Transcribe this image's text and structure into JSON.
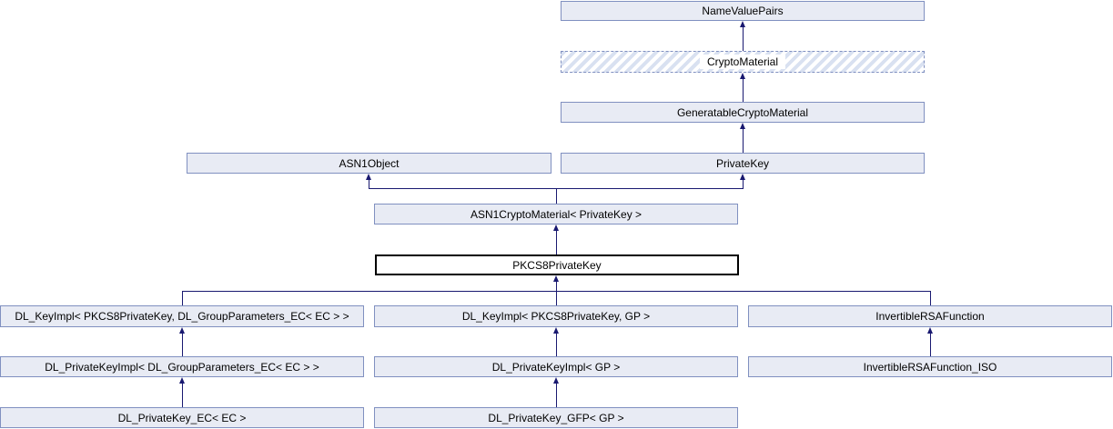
{
  "diagram": {
    "kind": "class-inheritance-graph",
    "current_class": "PKCS8PrivateKey",
    "nodes": {
      "name_value_pairs": {
        "label": "NameValuePairs"
      },
      "crypto_material": {
        "label": "CryptoMaterial",
        "style": "dashed-hatched"
      },
      "generatable_crypto_material": {
        "label": "GeneratableCryptoMaterial"
      },
      "asn1_object": {
        "label": "ASN1Object"
      },
      "private_key": {
        "label": "PrivateKey"
      },
      "asn1_crypto_material": {
        "label": "ASN1CryptoMaterial< PrivateKey >"
      },
      "pkcs8_private_key": {
        "label": "PKCS8PrivateKey",
        "style": "current-node"
      },
      "dl_keyimpl_ec": {
        "label": "DL_KeyImpl< PKCS8PrivateKey, DL_GroupParameters_EC< EC > >"
      },
      "dl_keyimpl_gp": {
        "label": "DL_KeyImpl< PKCS8PrivateKey, GP >"
      },
      "invertible_rsa_function": {
        "label": "InvertibleRSAFunction"
      },
      "dl_privatekeyimpl_ec": {
        "label": "DL_PrivateKeyImpl< DL_GroupParameters_EC< EC > >"
      },
      "dl_privatekeyimpl_gp": {
        "label": "DL_PrivateKeyImpl< GP >"
      },
      "invertible_rsa_function_iso": {
        "label": "InvertibleRSAFunction_ISO"
      },
      "dl_privatekey_ec": {
        "label": "DL_PrivateKey_EC< EC >"
      },
      "dl_privatekey_gfp": {
        "label": "DL_PrivateKey_GFP< GP >"
      }
    },
    "edges": [
      {
        "from": "CryptoMaterial",
        "to": "NameValuePairs"
      },
      {
        "from": "GeneratableCryptoMaterial",
        "to": "CryptoMaterial"
      },
      {
        "from": "PrivateKey",
        "to": "GeneratableCryptoMaterial"
      },
      {
        "from": "ASN1CryptoMaterial< PrivateKey >",
        "to": "ASN1Object"
      },
      {
        "from": "ASN1CryptoMaterial< PrivateKey >",
        "to": "PrivateKey"
      },
      {
        "from": "PKCS8PrivateKey",
        "to": "ASN1CryptoMaterial< PrivateKey >"
      },
      {
        "from": "DL_KeyImpl< PKCS8PrivateKey, DL_GroupParameters_EC< EC > >",
        "to": "PKCS8PrivateKey"
      },
      {
        "from": "DL_KeyImpl< PKCS8PrivateKey, GP >",
        "to": "PKCS8PrivateKey"
      },
      {
        "from": "InvertibleRSAFunction",
        "to": "PKCS8PrivateKey"
      },
      {
        "from": "DL_PrivateKeyImpl< DL_GroupParameters_EC< EC > >",
        "to": "DL_KeyImpl< PKCS8PrivateKey, DL_GroupParameters_EC< EC > >"
      },
      {
        "from": "DL_PrivateKeyImpl< GP >",
        "to": "DL_KeyImpl< PKCS8PrivateKey, GP >"
      },
      {
        "from": "InvertibleRSAFunction_ISO",
        "to": "InvertibleRSAFunction"
      },
      {
        "from": "DL_PrivateKey_EC< EC >",
        "to": "DL_PrivateKeyImpl< DL_GroupParameters_EC< EC > >"
      },
      {
        "from": "DL_PrivateKey_GFP< GP >",
        "to": "DL_PrivateKeyImpl< GP >"
      }
    ],
    "colors": {
      "node_fill": "#e8ebf4",
      "node_border": "#8090c0",
      "edge": "#191970",
      "highlight_border": "#000000",
      "hatch_stripe": "#d9e1f1",
      "background": "#ffffff",
      "text": "#000000"
    }
  }
}
